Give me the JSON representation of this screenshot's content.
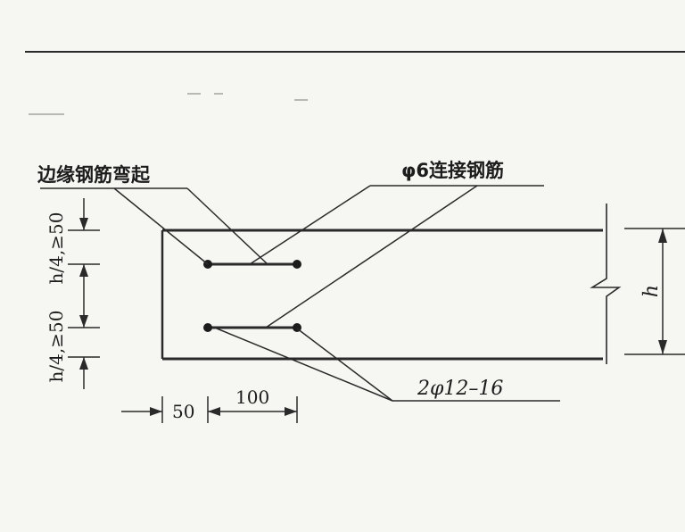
{
  "labels": {
    "edge_bar_bend": "边缘钢筋弯起",
    "connecting_bar": "φ6连接钢筋",
    "main_bars": "2φ12–16",
    "height_symbol": "h",
    "dim_top": "h/4,≥50",
    "dim_bottom": "h/4,≥50",
    "dim_50": "50",
    "dim_100": "100"
  }
}
